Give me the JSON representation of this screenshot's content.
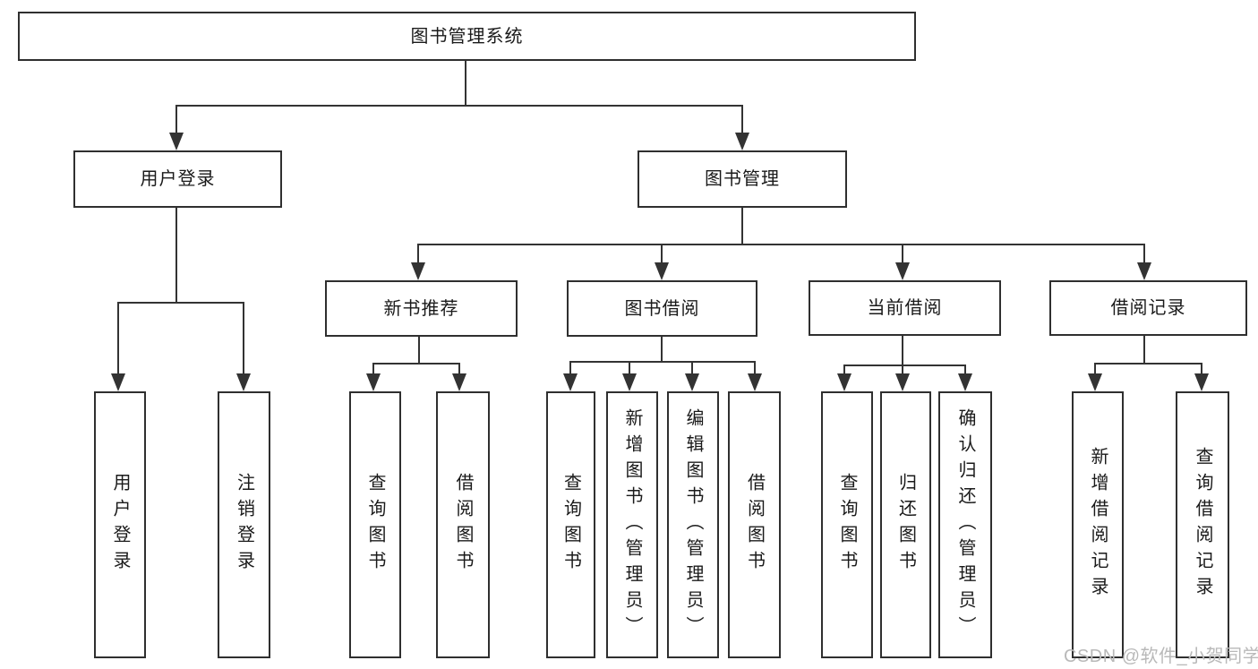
{
  "diagram": {
    "watermark": "CSDN @软件_小贺同学",
    "colors": {
      "line": "#333333",
      "border": "#2f2f2f",
      "text": "#1a1a1a",
      "watermark": "#b9b9b9",
      "background": "#ffffff"
    },
    "tree": {
      "root": {
        "label": "图书管理系统",
        "children": [
          {
            "label": "用户登录",
            "children": [
              {
                "label": "用户登录"
              },
              {
                "label": "注销登录"
              }
            ]
          },
          {
            "label": "图书管理",
            "children": [
              {
                "label": "新书推荐",
                "children": [
                  {
                    "label": "查询图书"
                  },
                  {
                    "label": "借阅图书"
                  }
                ]
              },
              {
                "label": "图书借阅",
                "children": [
                  {
                    "label": "查询图书"
                  },
                  {
                    "label": "新增图书（管理员）"
                  },
                  {
                    "label": "编辑图书（管理员）"
                  },
                  {
                    "label": "借阅图书"
                  }
                ]
              },
              {
                "label": "当前借阅",
                "children": [
                  {
                    "label": "查询图书"
                  },
                  {
                    "label": "归还图书"
                  },
                  {
                    "label": "确认归还（管理员）"
                  }
                ]
              },
              {
                "label": "借阅记录",
                "children": [
                  {
                    "label": "新增借阅记录"
                  },
                  {
                    "label": "查询借阅记录"
                  }
                ]
              }
            ]
          }
        ]
      }
    }
  }
}
